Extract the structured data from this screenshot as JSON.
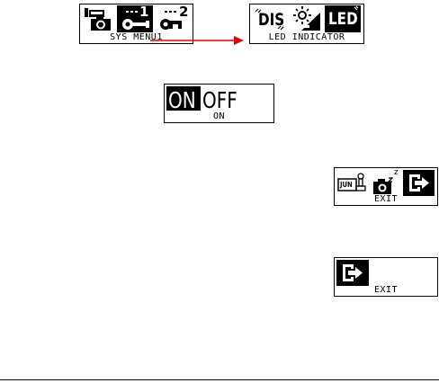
{
  "screens": {
    "sys_menu": {
      "label": "SYS MENU1",
      "icons": [
        "camera-settings-icon",
        "setup-1-wrench-icon",
        "setup-2-wrench-icon"
      ],
      "selected_icon": "setup-1-wrench-icon",
      "icon_texts": {
        "setup1": "1",
        "setup2": "2"
      }
    },
    "led_indicator": {
      "label": "LED INDICATOR",
      "icons": [
        "display-icon",
        "brightness-icon",
        "led-icon"
      ],
      "selected_icon": "led-icon",
      "icon_texts": {
        "display": "DIS",
        "led": "LED"
      }
    },
    "on_off": {
      "on_text": "ON",
      "off_text": "OFF",
      "label": "ON",
      "selected": "ON"
    },
    "exit_menu": {
      "label": "EXIT",
      "icons": [
        "date-stamp-icon",
        "camera-sleep-icon",
        "exit-icon"
      ],
      "selected_icon": "exit-icon",
      "icon_texts": {
        "date": "JUN",
        "sleep": "z"
      }
    },
    "exit_only": {
      "label": "EXIT",
      "icons": [
        "exit-icon"
      ],
      "selected_icon": "exit-icon"
    }
  },
  "colors": {
    "arrow": "#e00000",
    "lcd_ink": "#000000",
    "lcd_bg": "#ffffff"
  }
}
